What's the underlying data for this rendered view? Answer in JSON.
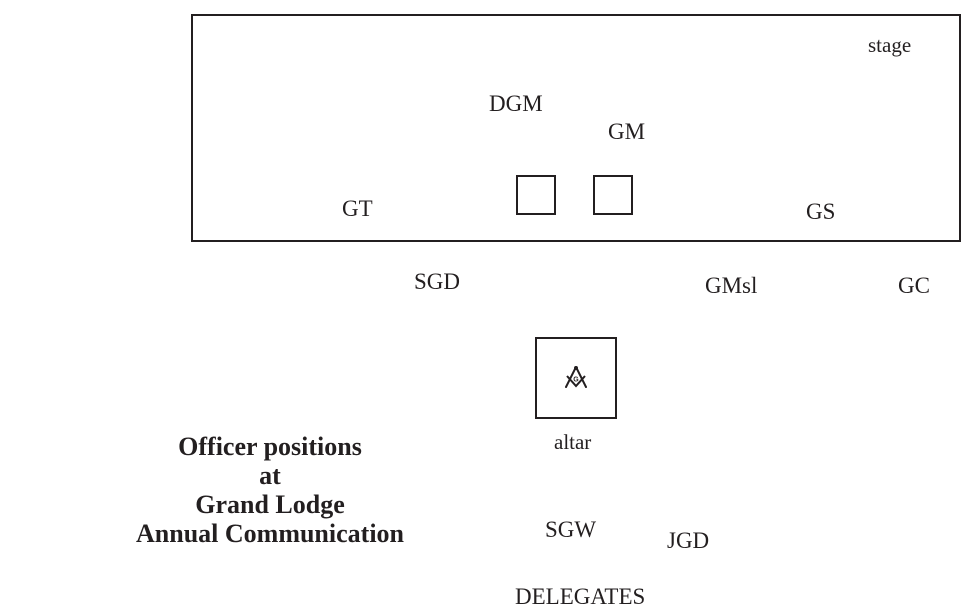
{
  "diagram": {
    "stage_label": "stage",
    "positions": {
      "dgm": "DGM",
      "gm": "GM",
      "gt": "GT",
      "gs": "GS",
      "sgd": "SGD",
      "gmsl": "GMsl",
      "gc": "GC",
      "sgw": "SGW",
      "jgd": "JGD",
      "delegates": "DELEGATES"
    },
    "altar_label": "altar",
    "emblem_icon": "square-and-compasses-icon",
    "title_lines": [
      "Officer positions",
      "at",
      "Grand Lodge",
      "Annual Communication"
    ]
  }
}
